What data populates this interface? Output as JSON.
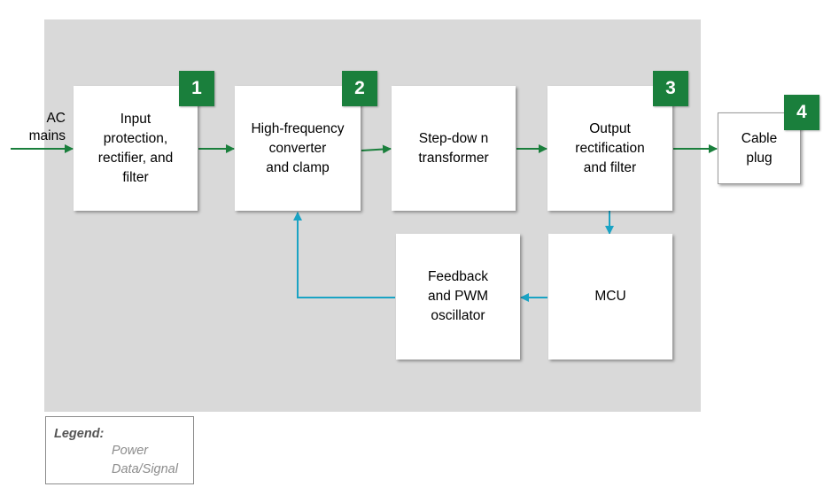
{
  "colors": {
    "power": "#1a7f3c",
    "signal": "#1aa3c4",
    "badge": "#1a7f3c",
    "panel": "#d9d9d9"
  },
  "input_label": "AC\nmains",
  "blocks": {
    "input": "Input\nprotection,\nrectifier, and\nfilter",
    "converter": "High-frequency\nconverter\nand clamp",
    "transformer": "Step-dow n\ntransformer",
    "output": "Output\nrectification\nand filter",
    "cable": "Cable\nplug",
    "feedback": "Feedback\nand PWM\noscillator",
    "mcu": "MCU"
  },
  "badges": [
    "1",
    "2",
    "3",
    "4"
  ],
  "legend": {
    "title": "Legend:",
    "items": [
      {
        "label": "Power",
        "color": "#1a7f3c"
      },
      {
        "label": "Data/Signal",
        "color": "#1aa3c4"
      }
    ]
  }
}
